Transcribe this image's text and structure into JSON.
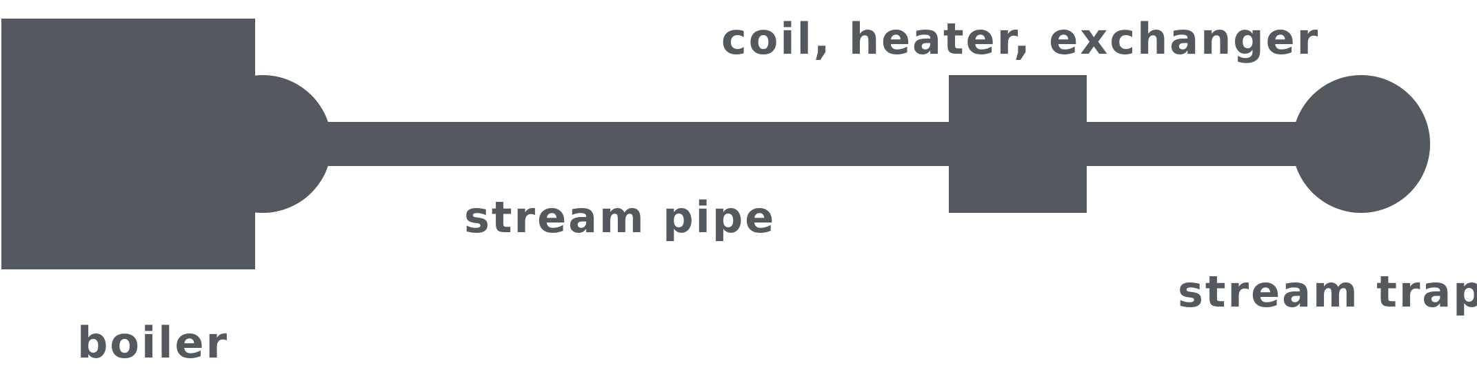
{
  "colors": {
    "shape": "#54595f",
    "text": "#54595f",
    "background": "#ffffff"
  },
  "labels": {
    "boiler": "boiler",
    "stream_pipe": "stream pipe",
    "coil": "coil, heater, exchanger",
    "stream_trap": "stream trap"
  }
}
